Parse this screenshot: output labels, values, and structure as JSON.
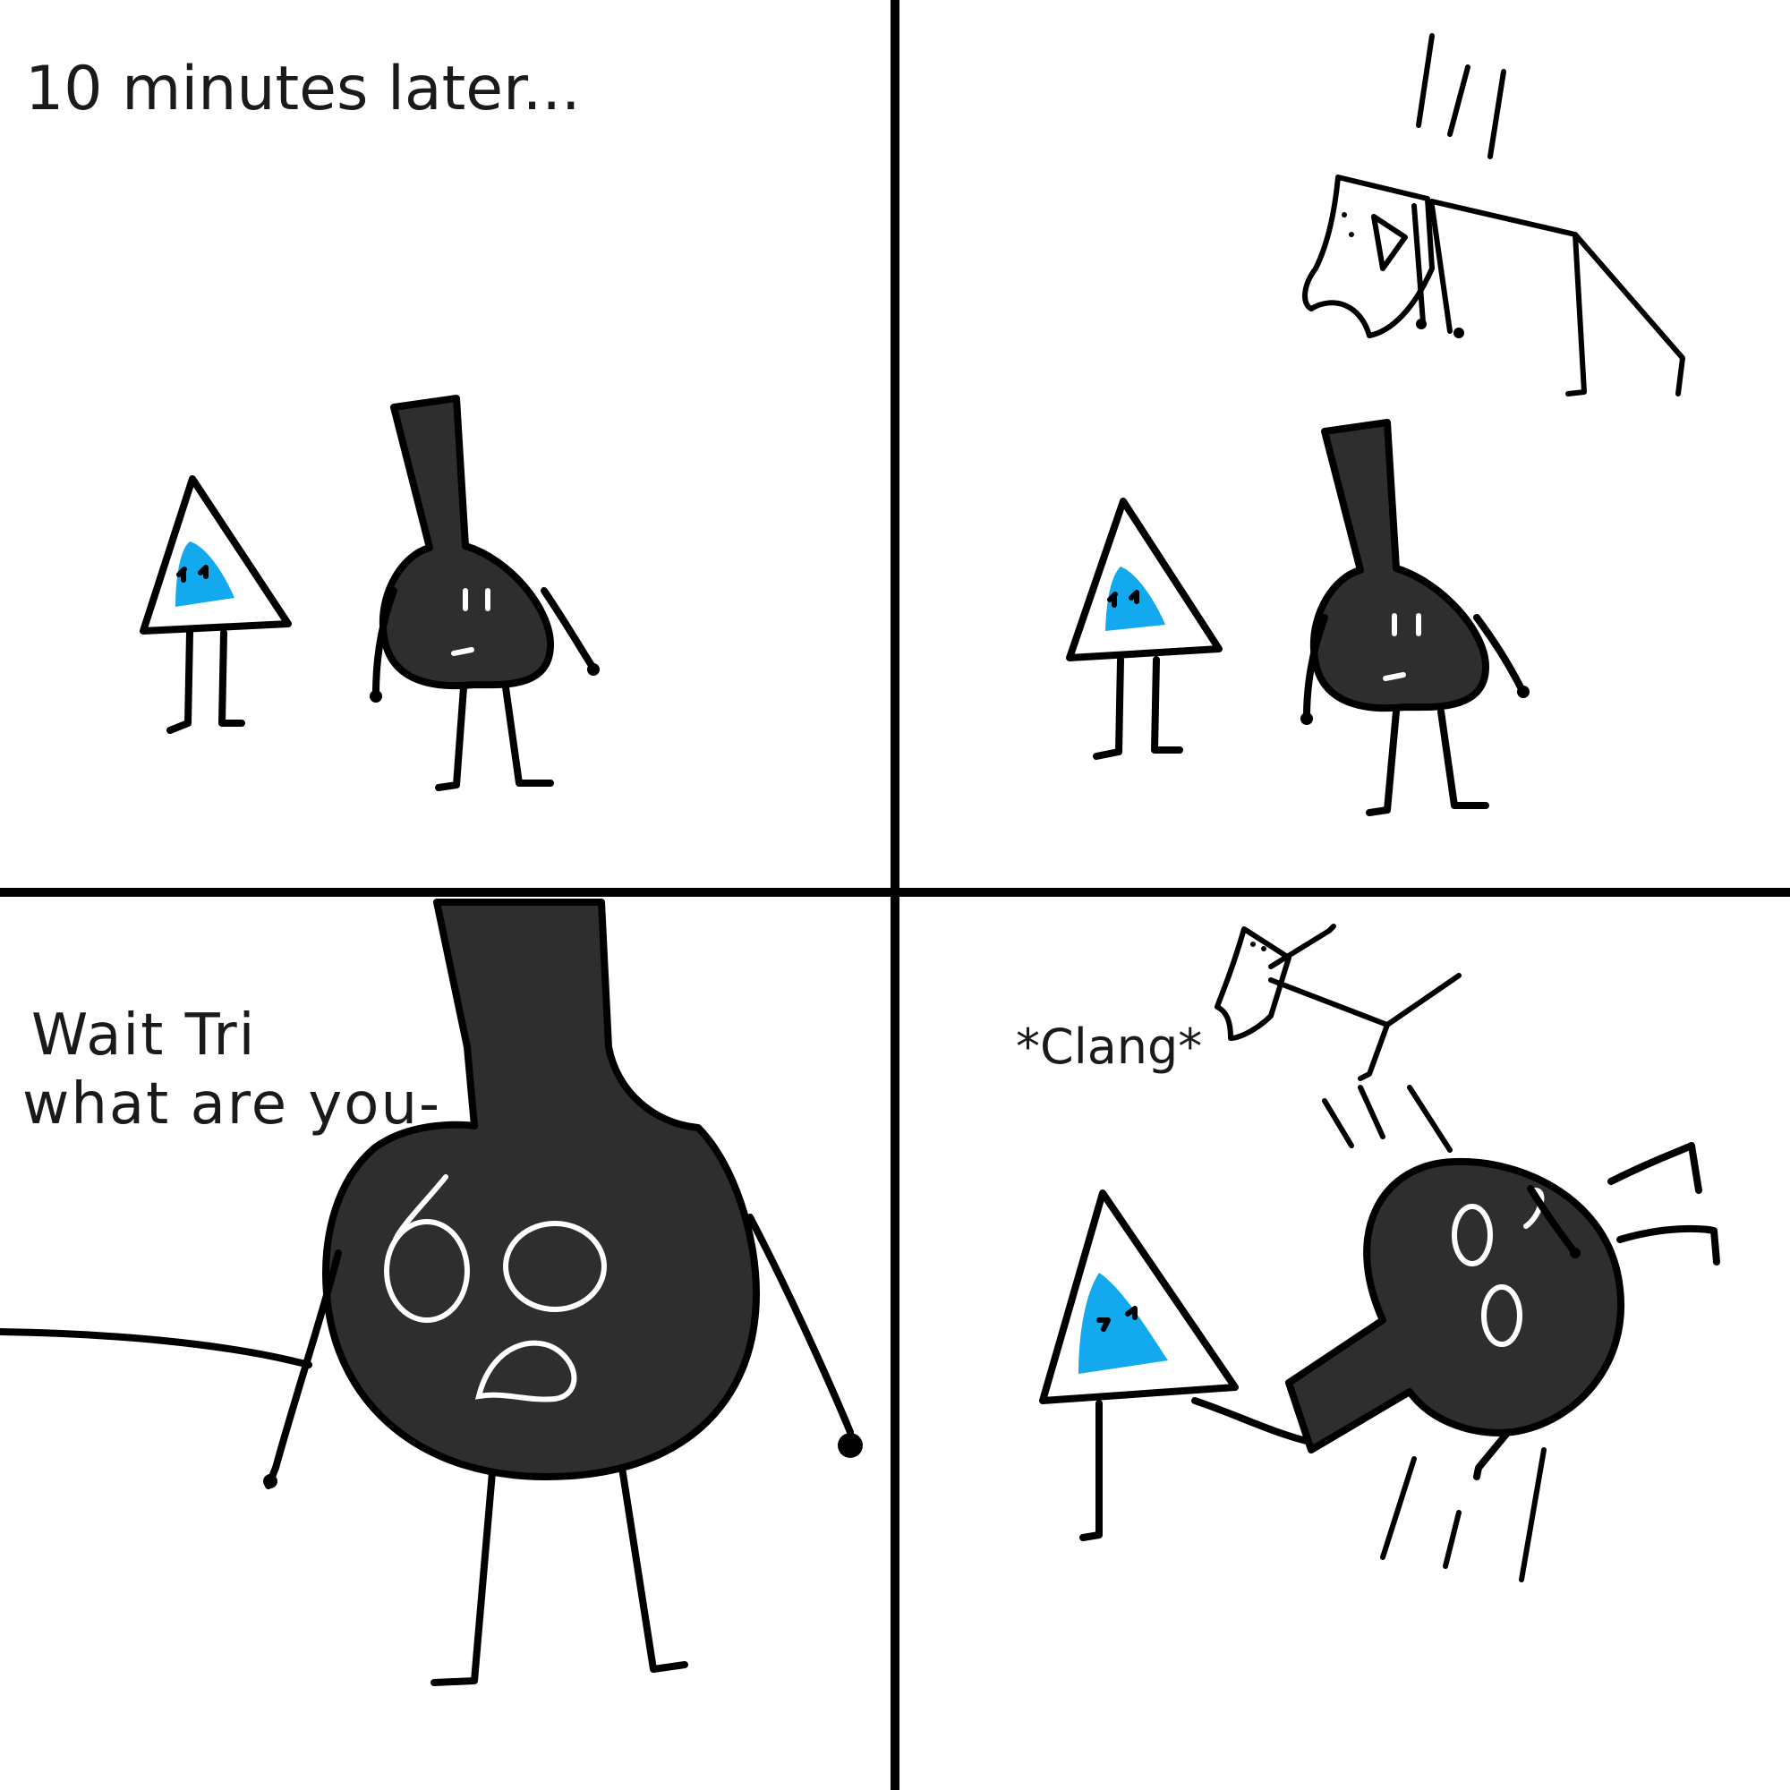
{
  "panels": [
    {
      "caption": "10 minutes later..."
    },
    {
      "caption": ""
    },
    {
      "caption_lines": [
        "Wait Tri",
        "what are you-"
      ]
    },
    {
      "caption": "*Clang*"
    }
  ],
  "colors": {
    "background": "#ffffff",
    "ink": "#000000",
    "dark_character": "#2e2e2e",
    "triangle_eye": "#12a9ee",
    "face_marks": "#ffffff"
  }
}
